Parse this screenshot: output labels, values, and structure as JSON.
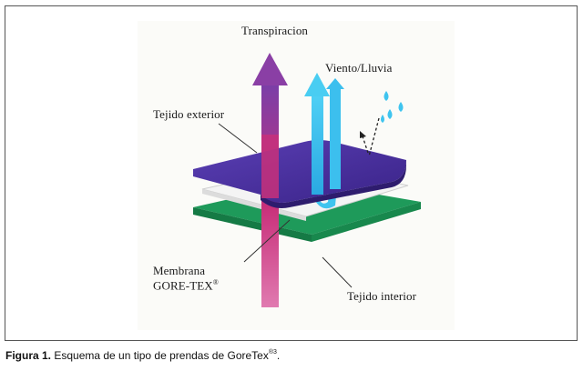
{
  "labels": {
    "transpiracion": "Transpiracion",
    "viento_lluvia": "Viento/Lluvia",
    "tejido_exterior": "Tejido exterior",
    "membrana_line1": "Membrana",
    "membrana_line2": "GORE-TEX",
    "membrana_mark": "®",
    "tejido_interior": "Tejido interior"
  },
  "caption": {
    "prefix": "Figura 1.",
    "text": " Esquema de un tipo de prendas de GoreTex",
    "superscript": "®3",
    "suffix": "."
  },
  "colors": {
    "outer_fabric": "#4a2f9a",
    "membrane": "#f2f2f2",
    "inner_fabric": "#1e9a5a",
    "sweat_arrow": "#d0347e",
    "rain_arrow": "#3fc4ef"
  },
  "icons": [
    "water-drop-icon",
    "arrow-up-icon"
  ]
}
